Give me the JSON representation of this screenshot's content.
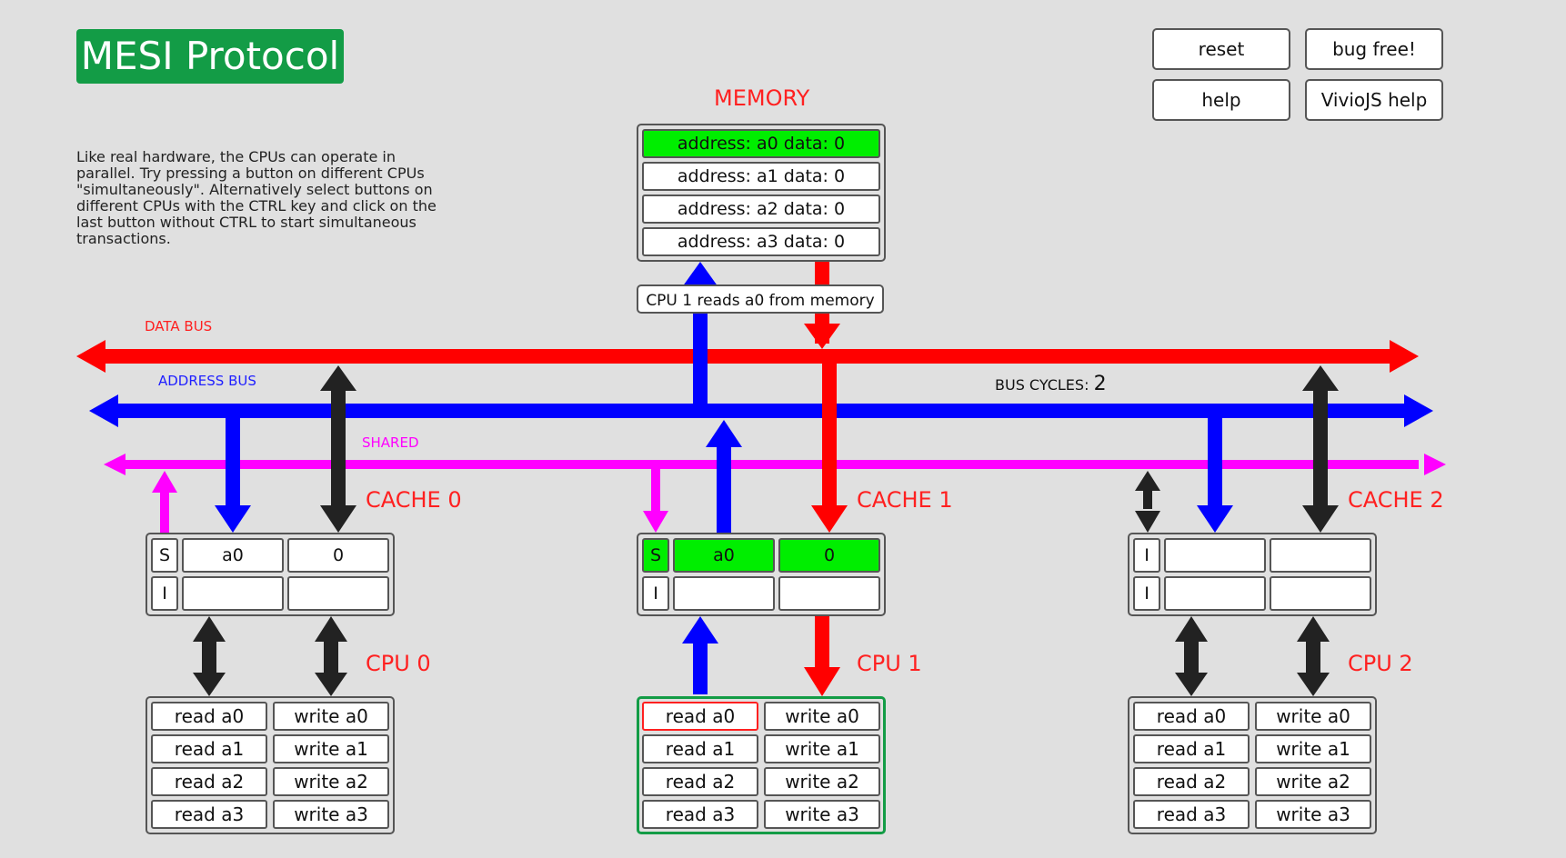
{
  "title": "MESI Protocol",
  "buttons": {
    "reset": "reset",
    "bug_free": "bug free!",
    "help": "help",
    "viviojs_help": "VivioJS help"
  },
  "description": "Like real hardware, the CPUs can operate in parallel. Try pressing a button on different CPUs \"simultaneously\". Alternatively select buttons on different CPUs with the CTRL key and click on the last button without CTRL to start simultaneous transactions.",
  "memory": {
    "label": "MEMORY",
    "rows": [
      {
        "text": "address: a0 data: 0",
        "highlight": true
      },
      {
        "text": "address: a1 data: 0",
        "highlight": false
      },
      {
        "text": "address: a2 data: 0",
        "highlight": false
      },
      {
        "text": "address: a3 data: 0",
        "highlight": false
      }
    ]
  },
  "status": "CPU 1 reads a0 from memory",
  "buses": {
    "data": "DATA BUS",
    "address": "ADDRESS BUS",
    "shared": "SHARED",
    "cycles_label": "BUS CYCLES:",
    "cycles": "2"
  },
  "caches": [
    {
      "label": "CACHE 0",
      "lines": [
        {
          "state": "S",
          "addr": "a0",
          "data": "0"
        },
        {
          "state": "I",
          "addr": "",
          "data": ""
        }
      ]
    },
    {
      "label": "CACHE 1",
      "lines": [
        {
          "state": "S",
          "addr": "a0",
          "data": "0",
          "highlight": true
        },
        {
          "state": "I",
          "addr": "",
          "data": ""
        }
      ]
    },
    {
      "label": "CACHE 2",
      "lines": [
        {
          "state": "I",
          "addr": "",
          "data": ""
        },
        {
          "state": "I",
          "addr": "",
          "data": ""
        }
      ]
    }
  ],
  "cpus": [
    {
      "label": "CPU 0",
      "reads": [
        "read a0",
        "read a1",
        "read a2",
        "read a3"
      ],
      "writes": [
        "write a0",
        "write a1",
        "write a2",
        "write a3"
      ]
    },
    {
      "label": "CPU 1",
      "reads": [
        "read a0",
        "read a1",
        "read a2",
        "read a3"
      ],
      "writes": [
        "write a0",
        "write a1",
        "write a2",
        "write a3"
      ]
    },
    {
      "label": "CPU 2",
      "reads": [
        "read a0",
        "read a1",
        "read a2",
        "read a3"
      ],
      "writes": [
        "write a0",
        "write a1",
        "write a2",
        "write a3"
      ]
    }
  ],
  "colors": {
    "data_bus": "#ff0000",
    "address_bus": "#0000ff",
    "shared": "#ff00ff",
    "arrow": "#222222",
    "highlight": "#00ee00",
    "title": "#139c46"
  }
}
